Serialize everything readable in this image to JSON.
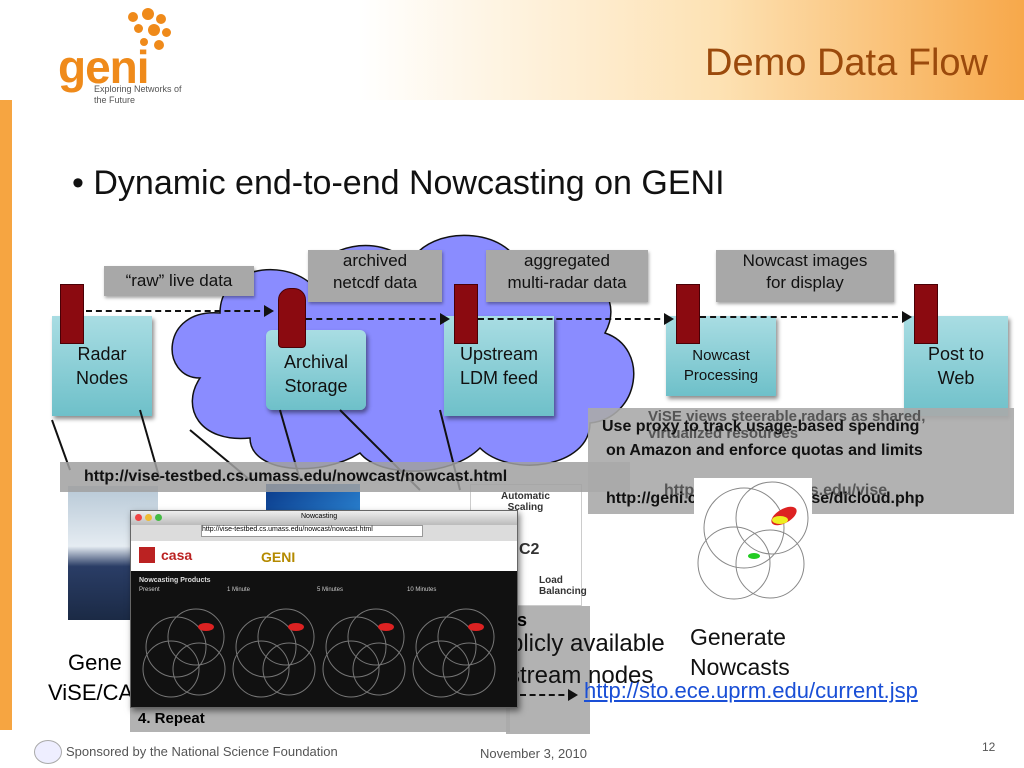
{
  "header": {
    "title": "Demo Data Flow",
    "logo_name": "geni",
    "logo_tagline": "Exploring Networks of the Future"
  },
  "bullet": "Dynamic end-to-end Nowcasting on GENI",
  "labels": {
    "raw": "“raw” live data",
    "archived": "archived\nnetcdf data",
    "aggregated": "aggregated\nmulti-radar data",
    "nowcast_images": "Nowcast images\nfor display"
  },
  "nodes": {
    "radar": "Radar\nNodes",
    "archival": "Archival\nStorage",
    "upstream": "Upstream\nLDM feed",
    "processing": "Nowcast\nProcessing",
    "post": "Post to\nWeb"
  },
  "overlays": {
    "url_testbed": "http://vise-testbed.cs.umass.edu/nowcast/nowcast.html",
    "proxy_line1": "Use proxy  to track usage-based spending",
    "proxy_line2": "on Amazon and enforce quotas and limits",
    "proxy_behind": "ViSE views steerable radars as shared, virtualized resources",
    "proxy_url": "http://geni.cs.umass.edu/vise/dicloud.php",
    "proxy_url_behind": "http://geni.cs.umass.edu/vise",
    "stream_text1": "blicly available",
    "stream_text2": "stream nodes",
    "stream_s": "rs",
    "repeat": "4.    Repeat",
    "gen_left1": "Gene",
    "gen_left2": "ViSE/CA",
    "generate_nowcasts": "Generate\nNowcasts",
    "sto_url": "http://sto.ece.uprm.edu/current.jsp",
    "auto_scaling": "Automatic\nScaling",
    "load_balancing": "Load\nBalancing",
    "ec2": "C2"
  },
  "browser": {
    "url": "http://vise-testbed.cs.umass.edu/nowcast/nowcast.html",
    "tab": "Nowcasting",
    "site_name": "casa",
    "site_brand": "GENI",
    "products_title": "Nowcasting Products",
    "columns": [
      "Present",
      "1 Minute",
      "5 Minutes",
      "10 Minutes"
    ]
  },
  "footer": {
    "sponsor": "Sponsored by the National Science Foundation",
    "date": "November 3, 2010",
    "page": "12"
  },
  "colors": {
    "accent": "#ef8a1a",
    "title": "#9b4a0c",
    "cloud": "#8a8cff",
    "node": "#7fc7cf",
    "red": "#8b0a10"
  }
}
